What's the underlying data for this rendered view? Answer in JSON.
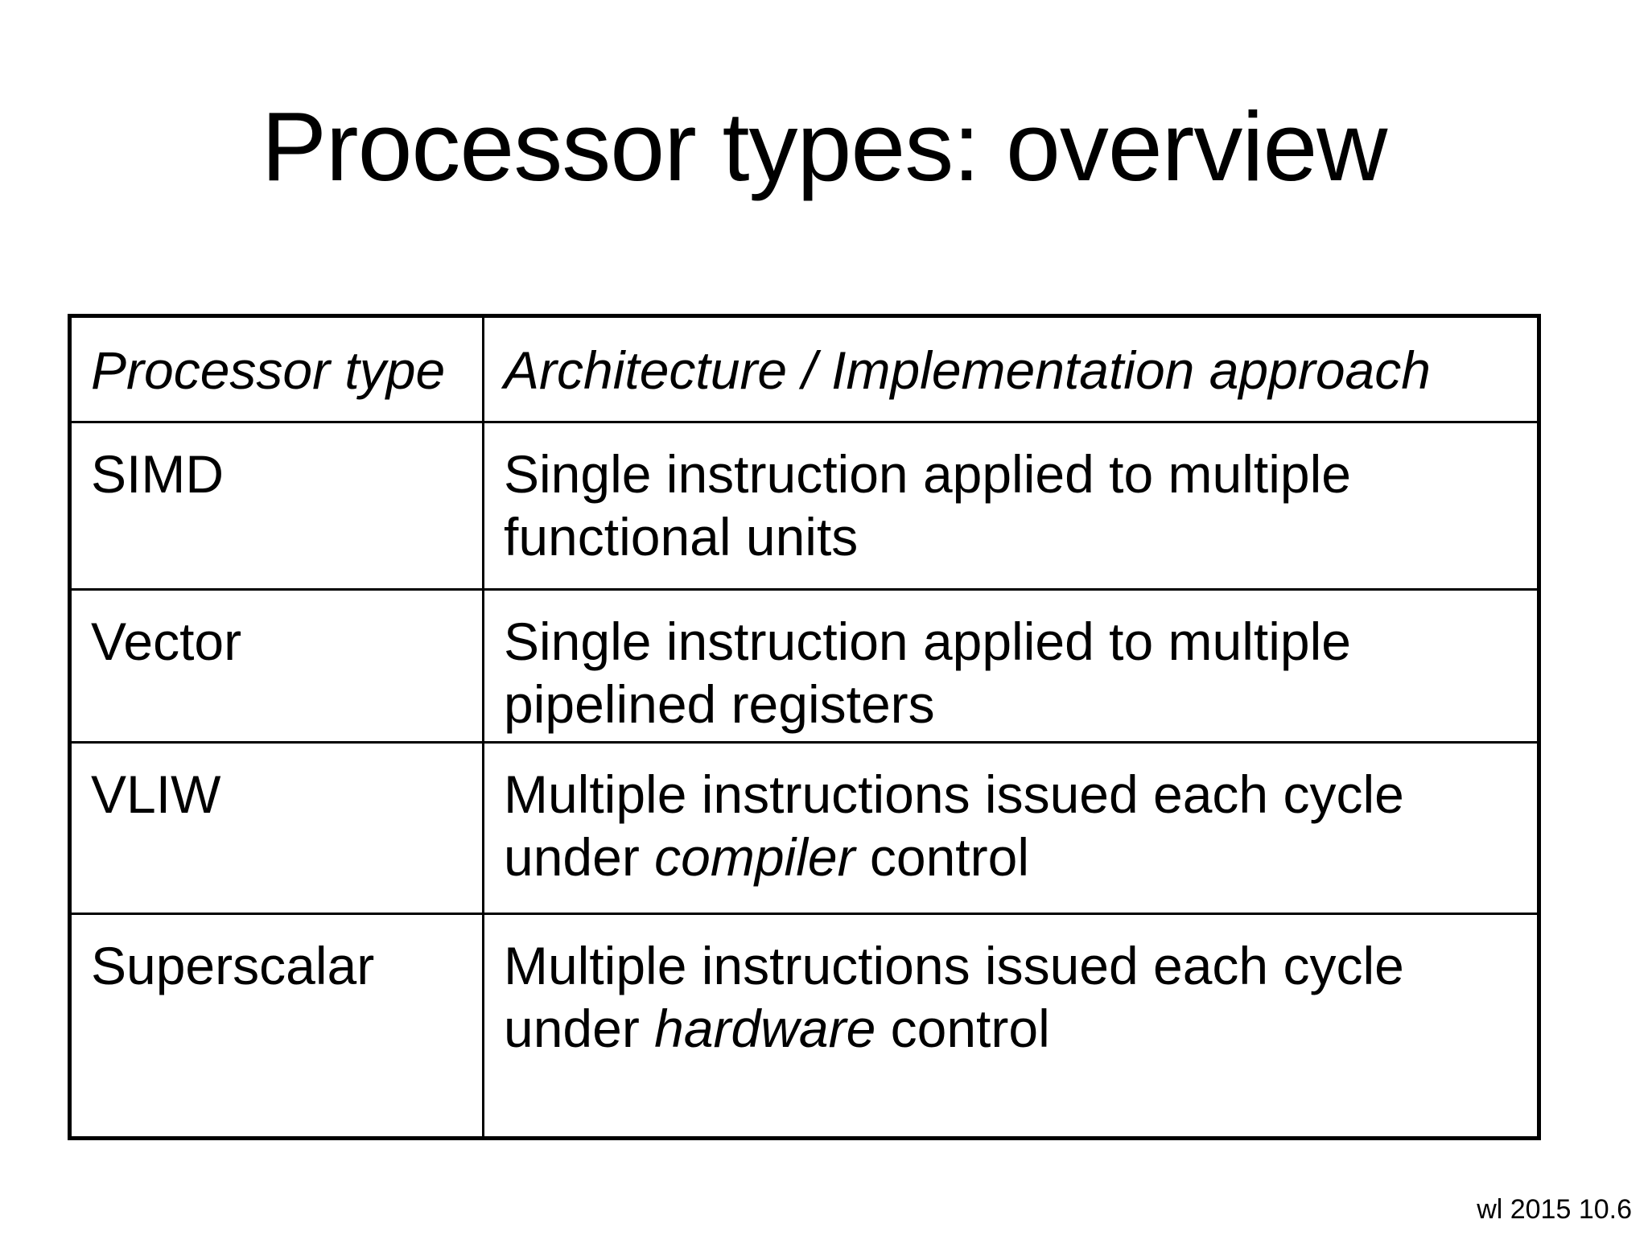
{
  "slide": {
    "title": "Processor types: overview",
    "footer": "wl 2015 10.6"
  },
  "table": {
    "columns": [
      {
        "label": "Processor type"
      },
      {
        "label": "Architecture / Implementation approach"
      }
    ],
    "rows": [
      {
        "type": "SIMD",
        "desc_lines": [
          [
            {
              "text": "Single instruction applied to multiple"
            }
          ],
          [
            {
              "text": "functional units"
            }
          ]
        ]
      },
      {
        "type": "Vector",
        "desc_lines": [
          [
            {
              "text": "Single instruction applied to multiple"
            }
          ],
          [
            {
              "text": "pipelined registers"
            }
          ]
        ]
      },
      {
        "type": "VLIW",
        "desc_lines": [
          [
            {
              "text": "Multiple instructions issued each cycle"
            }
          ],
          [
            {
              "text": "under "
            },
            {
              "text": "compiler",
              "italic": true
            },
            {
              "text": " control"
            }
          ]
        ]
      },
      {
        "type": "Superscalar",
        "desc_lines": [
          [
            {
              "text": "Multiple instructions issued each cycle"
            }
          ],
          [
            {
              "text": "under "
            },
            {
              "text": "hardware",
              "italic": true
            },
            {
              "text": " control"
            }
          ]
        ]
      }
    ]
  },
  "colors": {
    "background": "#ffffff",
    "text": "#000000",
    "table_border": "#000000"
  }
}
